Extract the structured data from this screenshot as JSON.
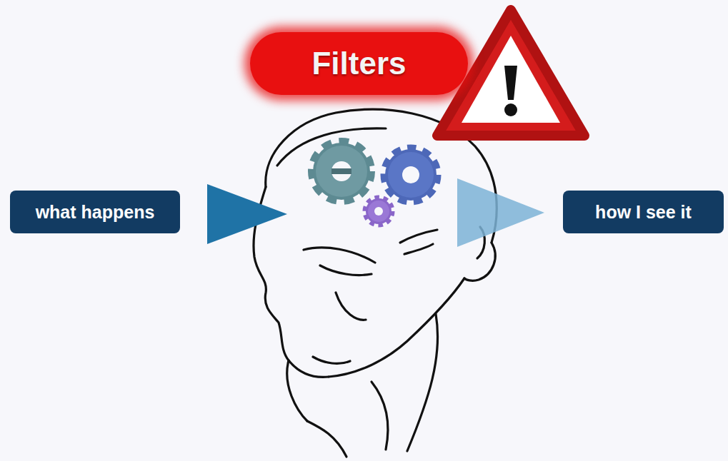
{
  "diagram": {
    "nodes": [
      {
        "text": [
          "Filters"
        ]
      },
      {
        "text": [
          "what happens"
        ]
      },
      {
        "text": [
          "how I see it"
        ]
      }
    ]
  }
}
